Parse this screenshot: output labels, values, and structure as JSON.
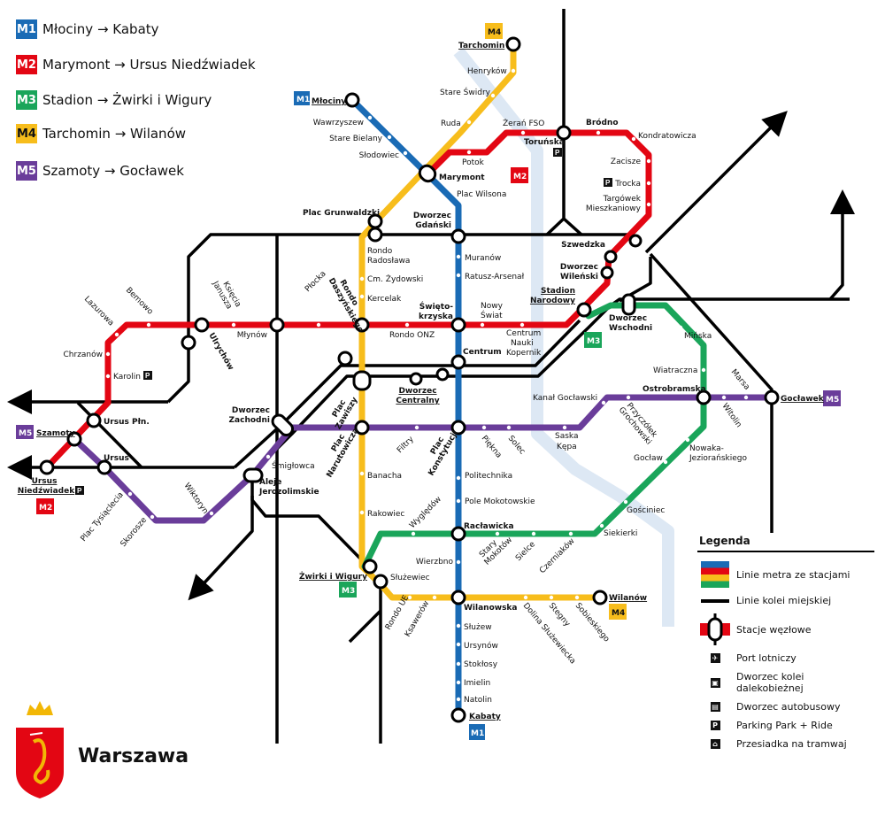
{
  "routes": [
    {
      "badge": "M1",
      "label": "Młociny → Kabaty",
      "color": "#1a6bb5"
    },
    {
      "badge": "M2",
      "label": "Marymont → Ursus Niedźwiadek",
      "color": "#e30613"
    },
    {
      "badge": "M3",
      "label": "Stadion → Żwirki i Wigury",
      "color": "#1aa55a"
    },
    {
      "badge": "M4",
      "label": "Tarchomin → Wilanów",
      "color": "#f7bd1c"
    },
    {
      "badge": "M5",
      "label": "Szamoty → Gocławek",
      "color": "#6a3d9a"
    }
  ],
  "stations": {
    "mlociny": "Młociny",
    "wawrzyszew": "Wawrzyszew",
    "stare_bielany": "Stare Bielany",
    "slodowiec": "Słodowiec",
    "marymont": "Marymont",
    "plac_wilsona": "Plac Wilsona",
    "dworzec_gdanski": [
      "Dworzec",
      "Gdański"
    ],
    "muranow": "Muranów",
    "ratusz": "Ratusz-Arsenał",
    "swietokrzyska": [
      "Święto-",
      "krzyska"
    ],
    "centrum": "Centrum",
    "politechnika": "Politechnika",
    "pole_mokotowskie": "Pole Mokotowskie",
    "raclawicka": "Racławicka",
    "wierzbno": "Wierzbno",
    "wilanowska": "Wilanowska",
    "sluzew": "Służew",
    "ursynow": "Ursynów",
    "stoklosy": "Stokłosy",
    "imielin": "Imielin",
    "natolin": "Natolin",
    "kabaty": "Kabaty",
    "potok": "Potok",
    "zeran": "Żerań FSO",
    "torunska": "Toruńska",
    "brodno": "Bródno",
    "kondratowicza": "Kondratowicza",
    "zacisze": "Zacisze",
    "trocka": "Trocka",
    "targowek": [
      "Targówek",
      "Mieszkaniowy"
    ],
    "szwedzka": "Szwedzka",
    "dworzec_wilenski": [
      "Dworzec",
      "Wileński"
    ],
    "stadion": [
      "Stadion",
      "Narodowy"
    ],
    "nowy_swiat": [
      "Nowy",
      "Świat"
    ],
    "cnk": [
      "Centrum",
      "Nauki",
      "Kopernik"
    ],
    "rondo_onz": "Rondo ONZ",
    "rondo_daszynskiego": [
      "Rondo",
      "Daszyńskiego"
    ],
    "plocka": "Płocka",
    "mlynow": "Młynów",
    "ksiecia_janusza": [
      "Księcia",
      "Janusza"
    ],
    "ulrychow": "Ulrychów",
    "bemowo": "Bemowo",
    "lazurowa": "Lazurowa",
    "chrzanow": "Chrzanów",
    "karolin": "Karolin",
    "ursus_pln": "Ursus Płn.",
    "ursus_niedzwiadek": [
      "Ursus",
      "Niedźwiadek"
    ],
    "dworzec_wschodni": [
      "Dworzec",
      "Wschodni"
    ],
    "minska": "Mińska",
    "wiatraczna": "Wiatraczna",
    "ostrobramska": "Ostrobramska",
    "nowaka": [
      "Nowaka-",
      "Jeziorańskiego"
    ],
    "goclaw": "Gocław",
    "gosciniec": "Gościniec",
    "siekierki": "Siekierki",
    "czerniakow": "Czerniaków",
    "sielce": "Sielce",
    "stary_mokotow": [
      "Stary",
      "Mokotów"
    ],
    "wygledow": "Wyględów",
    "zwirki": "Żwirki i Wigury",
    "tarchomin": "Tarchomin",
    "henrykow": "Henryków",
    "stare_swidry": "Stare Świdry",
    "ruda": "Ruda",
    "plac_grunwaldzki": "Plac Grunwaldzki",
    "rondo_radoslawa": [
      "Rondo",
      "Radosława"
    ],
    "cm_zydowski": "Cm. Żydowski",
    "kercelak": "Kercelak",
    "plac_zawiszy": [
      "Plac",
      "Zawiszy"
    ],
    "plac_narutowicza": [
      "Plac",
      "Narutowicza"
    ],
    "banacha": "Banacha",
    "rakowiec": "Rakowiec",
    "sluzewiec": "Służewiec",
    "rondo_ue": "Rondo UE",
    "ksawerow": "Ksawerów",
    "dolina": "Dolina Służewiecka",
    "stegny": "Stegny",
    "sobieskiego": "Sobieskiego",
    "wilanow": "Wilanów",
    "szamoty": "Szamoty",
    "ursus": "Ursus",
    "plac_tysiaclecia": "Plac Tysiąclecia",
    "skorosze": "Skorosze",
    "wiktoryn": "Wiktoryn",
    "aleje": [
      "Aleje",
      "Jerozolimskie"
    ],
    "smiglowca": "Śmigłowca",
    "dworzec_zachodni": [
      "Dworzec",
      "Zachodni"
    ],
    "filtry": "Filtry",
    "plac_konstytucji": [
      "Plac",
      "Konstytucji"
    ],
    "piekna": "Piękna",
    "solec": "Solec",
    "saska_kepa": [
      "Saska",
      "Kępa"
    ],
    "przyczolek": [
      "Przyczółek",
      "Grochowski"
    ],
    "kanal": "Kanał Gocławski",
    "witolin": "Witolin",
    "marsa": "Marsa",
    "goclawek": "Gocławek",
    "dworzec_centralny": [
      "Dworzec",
      "Centralny"
    ]
  },
  "icons": {
    "parking": "P"
  },
  "legend": {
    "title": "Legenda",
    "items": [
      {
        "icon": "metro-lines-icon",
        "label": "Linie metra ze stacjami"
      },
      {
        "icon": "rail-line-icon",
        "label": "Linie kolei miejskiej"
      },
      {
        "icon": "interchange-icon",
        "label": "Stacje węzłowe"
      },
      {
        "icon": "airport-icon",
        "label": "Port lotniczy"
      },
      {
        "icon": "train-station-icon",
        "label": "Dworzec kolei dalekobieżnej"
      },
      {
        "icon": "bus-station-icon",
        "label": "Dworzec autobusowy"
      },
      {
        "icon": "parking-icon",
        "label": "Parking Park + Ride"
      },
      {
        "icon": "tram-icon",
        "label": "Przesiadka na tramwaj"
      }
    ]
  },
  "city": "Warszawa"
}
